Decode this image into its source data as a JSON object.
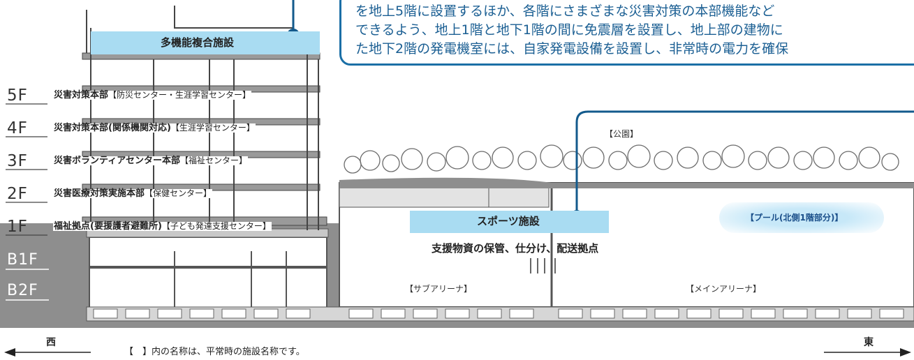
{
  "callout": {
    "lines": [
      "を地上5階に設置するほか、各階にさまざまな災害対策の本部機能など",
      "できるよう、地上1階と地下1階の間に免震層を設置し、地上部の建物に",
      "た地下2階の発電機室には、自家発電設備を設置し、非常時の電力を確保"
    ]
  },
  "building_label": "多機能複合施設",
  "floors": [
    {
      "id": "5F",
      "label": "災害対策本部",
      "sub": "【防災センター・生涯学習センター】"
    },
    {
      "id": "4F",
      "label": "災害対策本部(関係機関対応)",
      "sub": "【生涯学習センター】"
    },
    {
      "id": "3F",
      "label": "災害ボランティアセンター本部",
      "sub": "【福祉センター】"
    },
    {
      "id": "2F",
      "label": "災害医療対策実施本部",
      "sub": "【保健センター】"
    },
    {
      "id": "1F",
      "label": "福祉拠点(要援護者避難所)",
      "sub": "【子ども発達支援センター】"
    },
    {
      "id": "B1F",
      "label": "",
      "sub": ""
    },
    {
      "id": "B2F",
      "label": "",
      "sub": ""
    }
  ],
  "park_label": "【公園】",
  "sports_label": "スポーツ施設",
  "sports_sub": "支援物資の保管、仕分け、配送拠点",
  "pool_label": "【プール(北側1階部分)】",
  "sub_arena": "【サブアリーナ】",
  "main_arena": "【メインアリーナ】",
  "west": "西",
  "east": "東",
  "note": "【　】内の名称は、平常時の施設名称です。",
  "colors": {
    "callout_border": "#1b6fa6",
    "highlight": "#a9dcf2",
    "ground": "#8e8e8e",
    "dot": "#135a8c"
  }
}
